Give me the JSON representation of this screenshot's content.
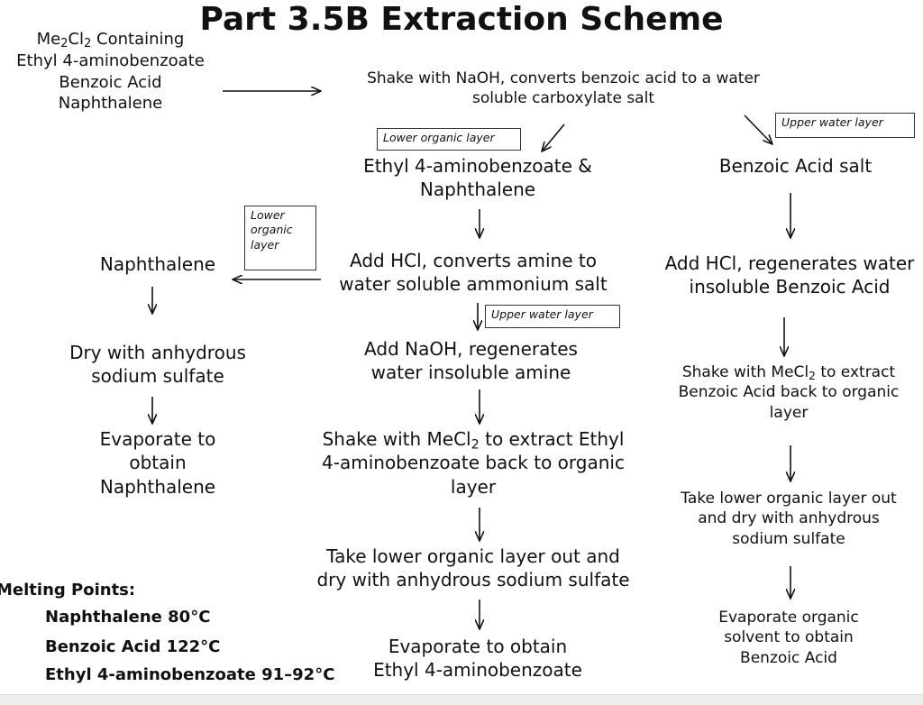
{
  "title": "Part 3.5B Extraction Scheme",
  "start": {
    "line1_a": "Me",
    "line1_b": "2",
    "line1_c": "Cl",
    "line1_d": "2",
    "line1_e": " Containing",
    "line2": "Ethyl 4-aminobenzoate",
    "line3": "Benzoic Acid",
    "line4": "Naphthalene"
  },
  "step1": {
    "line1": "Shake with NaOH, converts benzoic acid to a water",
    "line2": "soluble carboxylate salt"
  },
  "labels": {
    "lower_organic": "Lower organic layer",
    "upper_water_1": "Upper water layer",
    "lower_organic_2_l1": "Lower",
    "lower_organic_2_l2": "organic",
    "lower_organic_2_l3": "layer",
    "upper_water_2": "Upper water layer"
  },
  "middle": {
    "mixture_l1": "Ethyl 4-aminobenzoate &",
    "mixture_l2": "Naphthalene",
    "hcl_l1": "Add HCl, converts amine to",
    "hcl_l2": "water soluble ammonium salt",
    "naoh_l1": "Add NaOH, regenerates",
    "naoh_l2": "water insoluble amine",
    "shake_l1_a": "Shake with MeCl",
    "shake_l1_b": "2",
    "shake_l1_c": " to extract Ethyl",
    "shake_l2": "4-aminobenzoate back to organic",
    "shake_l3": "layer",
    "dry_l1": "Take lower organic layer out and",
    "dry_l2": "dry with anhydrous sodium sulfate",
    "evap_l1": "Evaporate to obtain",
    "evap_l2": "Ethyl 4-aminobenzoate"
  },
  "left": {
    "naphthalene": "Naphthalene",
    "dry_l1": "Dry with anhydrous",
    "dry_l2": "sodium sulfate",
    "evap_l1": "Evaporate to",
    "evap_l2": "obtain",
    "evap_l3": "Naphthalene"
  },
  "right": {
    "salt": "Benzoic Acid salt",
    "hcl_l1": "Add HCl, regenerates water",
    "hcl_l2": "insoluble Benzoic Acid",
    "shake_l1_a": "Shake with MeCl",
    "shake_l1_b": "2",
    "shake_l1_c": " to extract",
    "shake_l2": "Benzoic Acid back to organic",
    "shake_l3": "layer",
    "dry_l1": "Take lower organic layer out",
    "dry_l2": "and dry with anhydrous",
    "dry_l3": "sodium sulfate",
    "evap_l1": "Evaporate organic",
    "evap_l2": "solvent  to obtain",
    "evap_l3": "Benzoic Acid"
  },
  "melting": {
    "heading": "Melting Points:",
    "items": [
      "Naphthalene 80°C",
      "Benzoic Acid 122°C",
      "Ethyl 4-aminobenzoate 91–92°C"
    ]
  }
}
